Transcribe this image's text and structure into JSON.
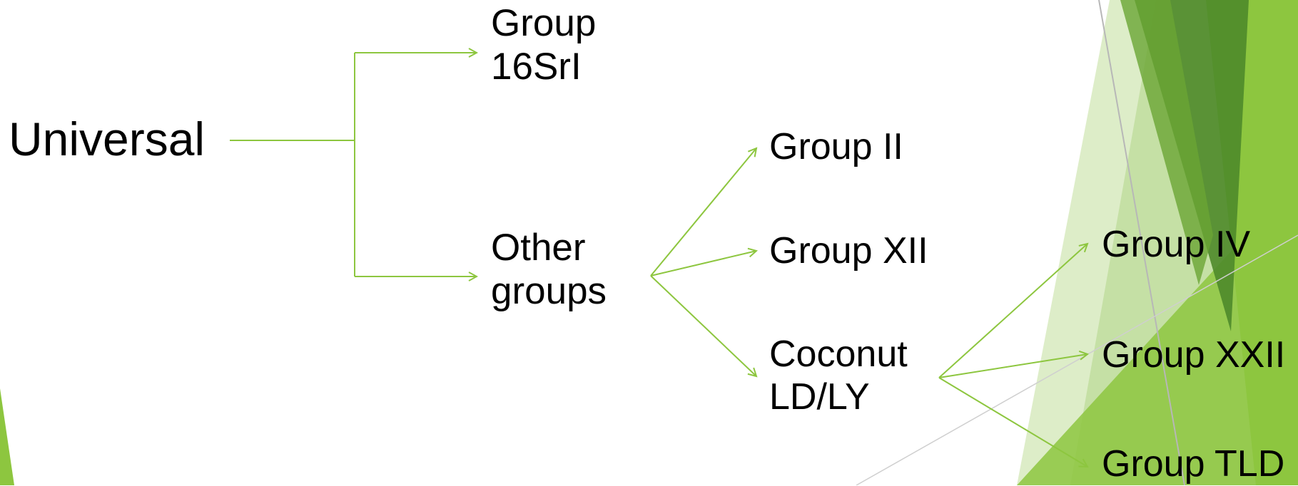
{
  "diagram": {
    "nodes": {
      "universal": "Universal",
      "group_16sri": [
        "Group",
        "16SrI"
      ],
      "other_groups": [
        "Other",
        "groups"
      ],
      "group_ii": "Group II",
      "group_xii": "Group XII",
      "coconut": [
        "Coconut",
        "LD/LY"
      ],
      "group_iv": "Group IV",
      "group_xxii": "Group XXII",
      "group_tld": "Group TLD"
    },
    "edges": [
      {
        "from": "universal",
        "to": "group_16sri"
      },
      {
        "from": "universal",
        "to": "other_groups"
      },
      {
        "from": "other_groups",
        "to": "group_ii"
      },
      {
        "from": "other_groups",
        "to": "group_xii"
      },
      {
        "from": "other_groups",
        "to": "coconut"
      },
      {
        "from": "coconut",
        "to": "group_iv"
      },
      {
        "from": "coconut",
        "to": "group_xxii"
      },
      {
        "from": "coconut",
        "to": "group_tld"
      }
    ]
  },
  "colors": {
    "connector": "#8dc63f",
    "green_dark": "#4e8a2a",
    "green_mid": "#6aa535",
    "green_light": "#8dc63f",
    "green_pale": "#c5e0a5",
    "green_paler": "#ddedc8"
  }
}
